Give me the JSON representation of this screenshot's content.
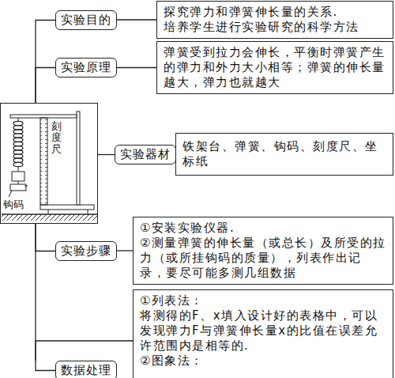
{
  "diagram": {
    "nodes": [
      {
        "text": [
          "实验目的"
        ]
      },
      {
        "text": [
          "探究弹力和弹簧伸长量的关系.",
          "培养学生进行实验研究的科学方法"
        ]
      },
      {
        "text": [
          "实验原理"
        ]
      },
      {
        "text": [
          "弹簧受到拉力会伸长，平衡时弹簧产生的弹力和外力大小相等；弹簧的伸长量越大，弹力也就越大"
        ]
      },
      {
        "text": [
          "刻度尺",
          "钩码"
        ]
      },
      {
        "text": [
          "实验器材"
        ]
      },
      {
        "text": [
          "铁架台、弹簧、钩码、刻度尺、坐标纸"
        ]
      },
      {
        "text": [
          "实验步骤"
        ]
      },
      {
        "text": [
          "①安装实验仪器.",
          "②测量弹簧的伸长量（或总长）及所受的拉力（或所挂钩码的质量），列表作出记录，要尽可能多测几组数据"
        ]
      },
      {
        "text": [
          "数据处理"
        ]
      },
      {
        "text": [
          "①列表法：",
          "将测得的F、x填入设计好的表格中，可以发现弹力F与弹簧伸长量x的比值在误差允许范围内是相等的.",
          "②图象法："
        ]
      }
    ],
    "edges": [
      {
        "from": 4,
        "to": 0,
        "arrow": "none"
      },
      {
        "from": 0,
        "to": 1,
        "arrow": "none"
      },
      {
        "from": 4,
        "to": 2,
        "arrow": "none"
      },
      {
        "from": 2,
        "to": 3,
        "arrow": "none"
      },
      {
        "from": 4,
        "to": 5,
        "arrow": "none"
      },
      {
        "from": 5,
        "to": 6,
        "arrow": "none"
      },
      {
        "from": 4,
        "to": 7,
        "arrow": "none"
      },
      {
        "from": 7,
        "to": 8,
        "arrow": "none"
      },
      {
        "from": 4,
        "to": 9,
        "arrow": "none"
      },
      {
        "from": 9,
        "to": 10,
        "arrow": "none"
      }
    ]
  }
}
